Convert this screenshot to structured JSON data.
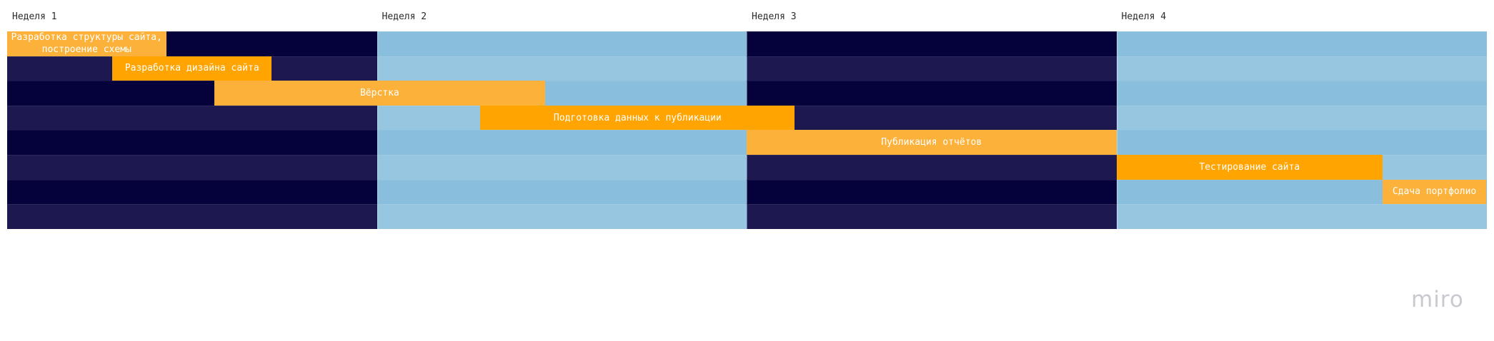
{
  "weeks": [
    "Неделя 1",
    "Неделя 2",
    "Неделя 3",
    "Неделя 4"
  ],
  "colors": {
    "dark_row_a": "#05013a",
    "dark_row_b": "#1e1850",
    "light_row_a": "#89bedc",
    "light_row_b": "#97c6e1",
    "task_light": "#fbb13a",
    "task_dark": "#ffa400"
  },
  "tasks": [
    {
      "label": "Разработка структуры сайта, построение схемы",
      "row": 0,
      "start_week": 1.0,
      "end_week": 1.43,
      "color": "#fbb13a"
    },
    {
      "label": "Разработка дизайна сайта",
      "row": 1,
      "start_week": 1.285,
      "end_week": 1.715,
      "color": "#ffa400"
    },
    {
      "label": "Вёрстка",
      "row": 2,
      "start_week": 1.56,
      "end_week": 2.455,
      "color": "#fbb13a"
    },
    {
      "label": "Подготовка данных к публикации",
      "row": 3,
      "start_week": 2.28,
      "end_week": 3.13,
      "color": "#ffa400"
    },
    {
      "label": "Публикация отчётов",
      "row": 4,
      "start_week": 3.0,
      "end_week": 4.0,
      "color": "#fbb13a"
    },
    {
      "label": "Тестирование сайта",
      "row": 5,
      "start_week": 4.0,
      "end_week": 4.72,
      "color": "#ffa400"
    },
    {
      "label": "Сдача портфолио",
      "row": 6,
      "start_week": 4.72,
      "end_week": 5.0,
      "color": "#fbb13a"
    }
  ],
  "row_count": 8,
  "logo": "miro"
}
